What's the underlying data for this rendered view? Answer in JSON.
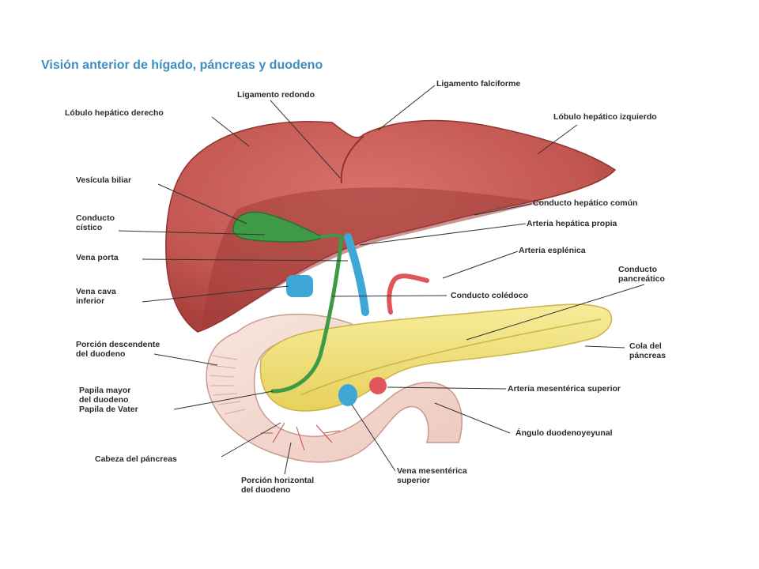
{
  "title": "Visión anterior de hígado, páncreas y duodeno",
  "colors": {
    "title": "#3d8ec0",
    "liver": "#c9605a",
    "liver_dark": "#9c3b38",
    "gallbladder": "#3f9a45",
    "portal_vein": "#3fa7d6",
    "artery": "#e0555a",
    "pancreas": "#f2e27a",
    "duodenum": "#f3d9d2"
  },
  "labels": {
    "ligamento_falciforme": "Ligamento falciforme",
    "ligamento_redondo": "Ligamento redondo",
    "lobulo_derecho": "Lóbulo hepático derecho",
    "lobulo_izquierdo": "Lóbulo hepático izquierdo",
    "vesicula_biliar": "Vesícula biliar",
    "conducto_cistico": "Conducto\ncístico",
    "vena_porta": "Vena porta",
    "vena_cava_inferior": "Vena cava\ninferior",
    "conducto_hepatico_comun": "Conducto hepático común",
    "arteria_hepatica_propia": "Arteria hepática propia",
    "arteria_esplenica": "Arteria esplénica",
    "conducto_pancreatico": "Conducto\npancreático",
    "conducto_coledoco": "Conducto colédoco",
    "porcion_descendente": "Porción descendente\ndel duodeno",
    "cola_pancreas": "Cola del\npáncreas",
    "papila_mayor": "Papila mayor\ndel duodeno\nPapila de Vater",
    "arteria_mesenterica_superior": "Arteria mesentérica superior",
    "angulo_duodenoyeyunal": "Ángulo duodenoyeyunal",
    "cabeza_pancreas": "Cabeza del páncreas",
    "porcion_horizontal": "Porción horizontal\ndel duodeno",
    "vena_mesenterica_superior": "Vena mesentérica\nsuperior"
  }
}
